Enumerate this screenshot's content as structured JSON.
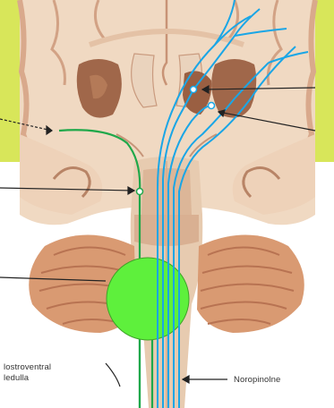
{
  "colors": {
    "background": "#ffffff",
    "highlight_band": "#d8e65a",
    "brain_tissue": "#f0d9c2",
    "gray_matter": "#e8c5a8",
    "basal_ganglia": "#a0674a",
    "cerebellum": "#d99a72",
    "brainstem": "#e7cbb0",
    "green_pathway": "#1fa84a",
    "green_nucleus": "#5ef03c",
    "blue_pathway": "#1aa6e6",
    "leader_line": "#222222"
  },
  "labels": {
    "left_top": "lostroventral",
    "left_bottom": "ledulla",
    "right": "Noropinolne"
  }
}
